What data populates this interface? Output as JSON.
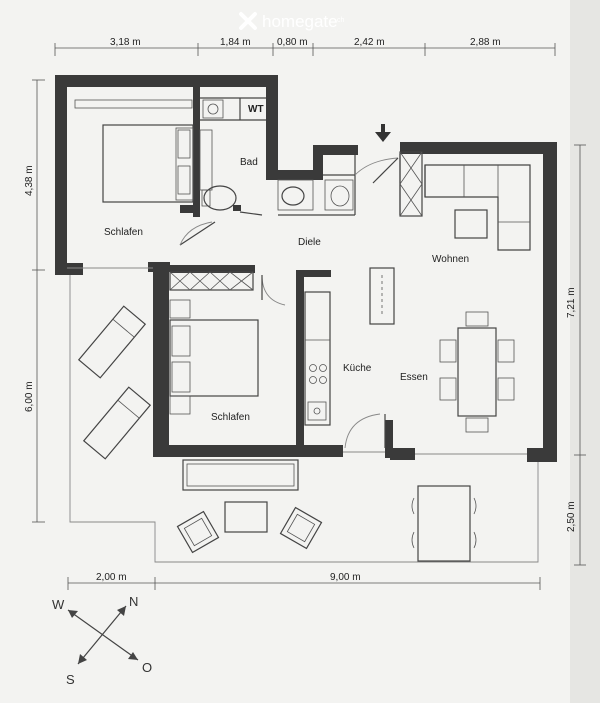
{
  "watermark": {
    "brand": "homegate",
    "suffix": "ch"
  },
  "rooms": {
    "bedroom_1": "Schlafen",
    "bathroom": "Bad",
    "bathroom_fixture": "WT",
    "hall": "Diele",
    "living": "Wohnen",
    "bedroom_2": "Schlafen",
    "kitchen": "Küche",
    "dining": "Essen"
  },
  "dimensions": {
    "top": [
      "3,18 m",
      "1,84 m",
      "0,80 m",
      "2,42 m",
      "2,88 m"
    ],
    "left": [
      "4,38 m",
      "6,00 m"
    ],
    "right": [
      "7,21 m",
      "2,50 m"
    ],
    "bottom": [
      "2,00 m",
      "9,00 m"
    ]
  },
  "compass": {
    "north": "N",
    "east": "O",
    "south": "S",
    "west": "W"
  }
}
